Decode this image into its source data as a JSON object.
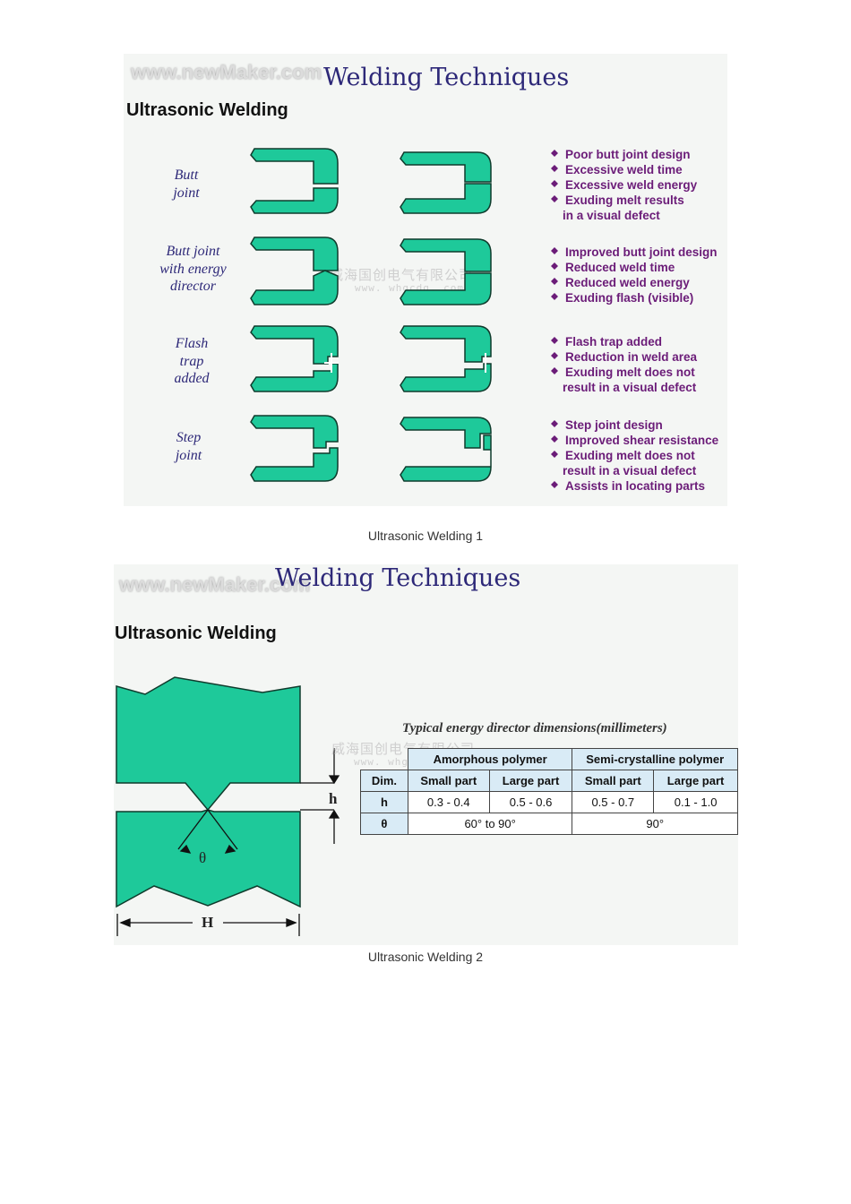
{
  "slide1": {
    "watermark": "www.newMaker.com",
    "title": "Welding Techniques",
    "subtitle": "Ultrasonic Welding",
    "watermark_cn": "威海国创电气有限公司",
    "watermark_cn_url": "www. whgcdq. com",
    "rows": [
      {
        "label": [
          "Butt",
          "joint"
        ],
        "bullets": [
          {
            "text": "Poor butt joint design",
            "bullet": true
          },
          {
            "text": "Excessive weld time",
            "bullet": true
          },
          {
            "text": "Excessive weld energy",
            "bullet": true
          },
          {
            "text": "Exuding melt results",
            "bullet": true
          },
          {
            "text": "in a visual defect",
            "bullet": false
          }
        ]
      },
      {
        "label": [
          "Butt joint",
          "with energy",
          "director"
        ],
        "bullets": [
          {
            "text": "Improved butt joint design",
            "bullet": true
          },
          {
            "text": "Reduced weld time",
            "bullet": true
          },
          {
            "text": "Reduced weld energy",
            "bullet": true
          },
          {
            "text": "Exuding flash (visible)",
            "bullet": true
          }
        ]
      },
      {
        "label": [
          "Flash",
          "trap",
          "added"
        ],
        "bullets": [
          {
            "text": "Flash trap added",
            "bullet": true
          },
          {
            "text": "Reduction in weld area",
            "bullet": true
          },
          {
            "text": "Exuding melt does not",
            "bullet": true
          },
          {
            "text": "result in a visual defect",
            "bullet": false
          }
        ]
      },
      {
        "label": [
          "Step",
          "joint"
        ],
        "bullets": [
          {
            "text": "Step joint design",
            "bullet": true
          },
          {
            "text": "Improved shear resistance",
            "bullet": true
          },
          {
            "text": "Exuding melt does not",
            "bullet": true
          },
          {
            "text": "result in a visual defect",
            "bullet": false
          },
          {
            "text": "Assists in locating parts",
            "bullet": true
          }
        ]
      }
    ],
    "caption": "Ultrasonic Welding 1"
  },
  "slide2": {
    "watermark": "www.newMaker.com",
    "title": "Welding Techniques",
    "subtitle": "Ultrasonic Welding",
    "watermark_cn": "威海国创电气有限公司",
    "watermark_cn_url": "www. whgcdq. com",
    "diagram_labels": {
      "h": "h",
      "theta": "θ",
      "H": "H"
    },
    "table": {
      "caption": "Typical energy director dimensions(millimeters)",
      "group_headers": [
        "Amorphous polymer",
        "Semi-crystalline polymer"
      ],
      "columns": [
        "Dim.",
        "Small part",
        "Large part",
        "Small part",
        "Large part"
      ],
      "rows": [
        {
          "dim": "h",
          "cells": [
            "0.3 - 0.4",
            "0.5 - 0.6",
            "0.5 - 0.7",
            "0.1 - 1.0"
          ]
        },
        {
          "dim": "θ",
          "amorphous": "60° to 90°",
          "semi": "90°"
        }
      ]
    },
    "caption": "Ultrasonic Welding 2"
  },
  "colors": {
    "part_fill": "#1ec99a",
    "part_stroke": "#0f3b2c",
    "bullet_text": "#6b1c78",
    "title": "#2d2878",
    "table_header": "#d9ebf6"
  }
}
